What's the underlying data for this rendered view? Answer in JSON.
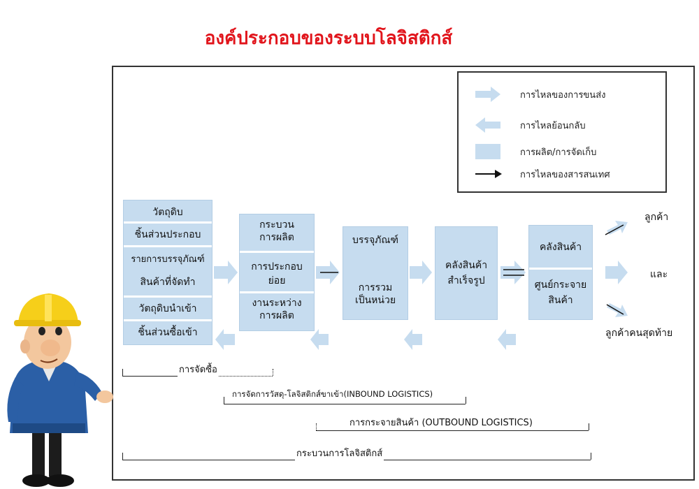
{
  "title": "องค์ประกอบของระบบโลจิสติกส์",
  "legend": {
    "transport_flow": "การไหลของการขนส่ง",
    "reverse_flow": "การไหลย้อนกลับ",
    "production_storage": "การผลิต/การจัดเก็บ",
    "information_flow": "การไหลของสารสนเทศ"
  },
  "inputs_box": [
    "วัตถุดิบ",
    "ชิ้นส่วนประกอบ",
    "รายการบรรจุภัณฑ์",
    "สินค้าที่จัดทำ",
    "วัตถุดิบนำเข้า",
    "ชิ้นส่วนซื้อเข้า"
  ],
  "production_box": [
    "กระบวน",
    "การผลิต",
    "การประกอบ",
    "ย่อย",
    "งานระหว่าง",
    "การผลิต"
  ],
  "packaging_box": [
    "บรรจุภัณฑ์",
    "การรวม",
    "เป็นหน่วย"
  ],
  "finished_goods_box": [
    "คลังสินค้า",
    "สำเร็จรูป"
  ],
  "distribution_box": [
    "คลังสินค้า",
    "ศูนย์กระจาย",
    "สินค้า"
  ],
  "outputs": [
    "ลูกค้า",
    "และ",
    "ลูกค้าคนสุดท้าย"
  ],
  "brackets": {
    "purchasing": "การจัดซื้อ",
    "inbound": "การจัดการวัสดุ-โลจิสติกส์ขาเข้า(INBOUND LOGISTICS)",
    "outbound": "การกระจายสินค้า (OUTBOUND LOGISTICS)",
    "logistics_process": "กระบวนการโลจิสติกส์"
  },
  "colors": {
    "title": "#e1141b",
    "box_fill": "#c6dcef",
    "arrow_fill": "#c6dcef"
  }
}
